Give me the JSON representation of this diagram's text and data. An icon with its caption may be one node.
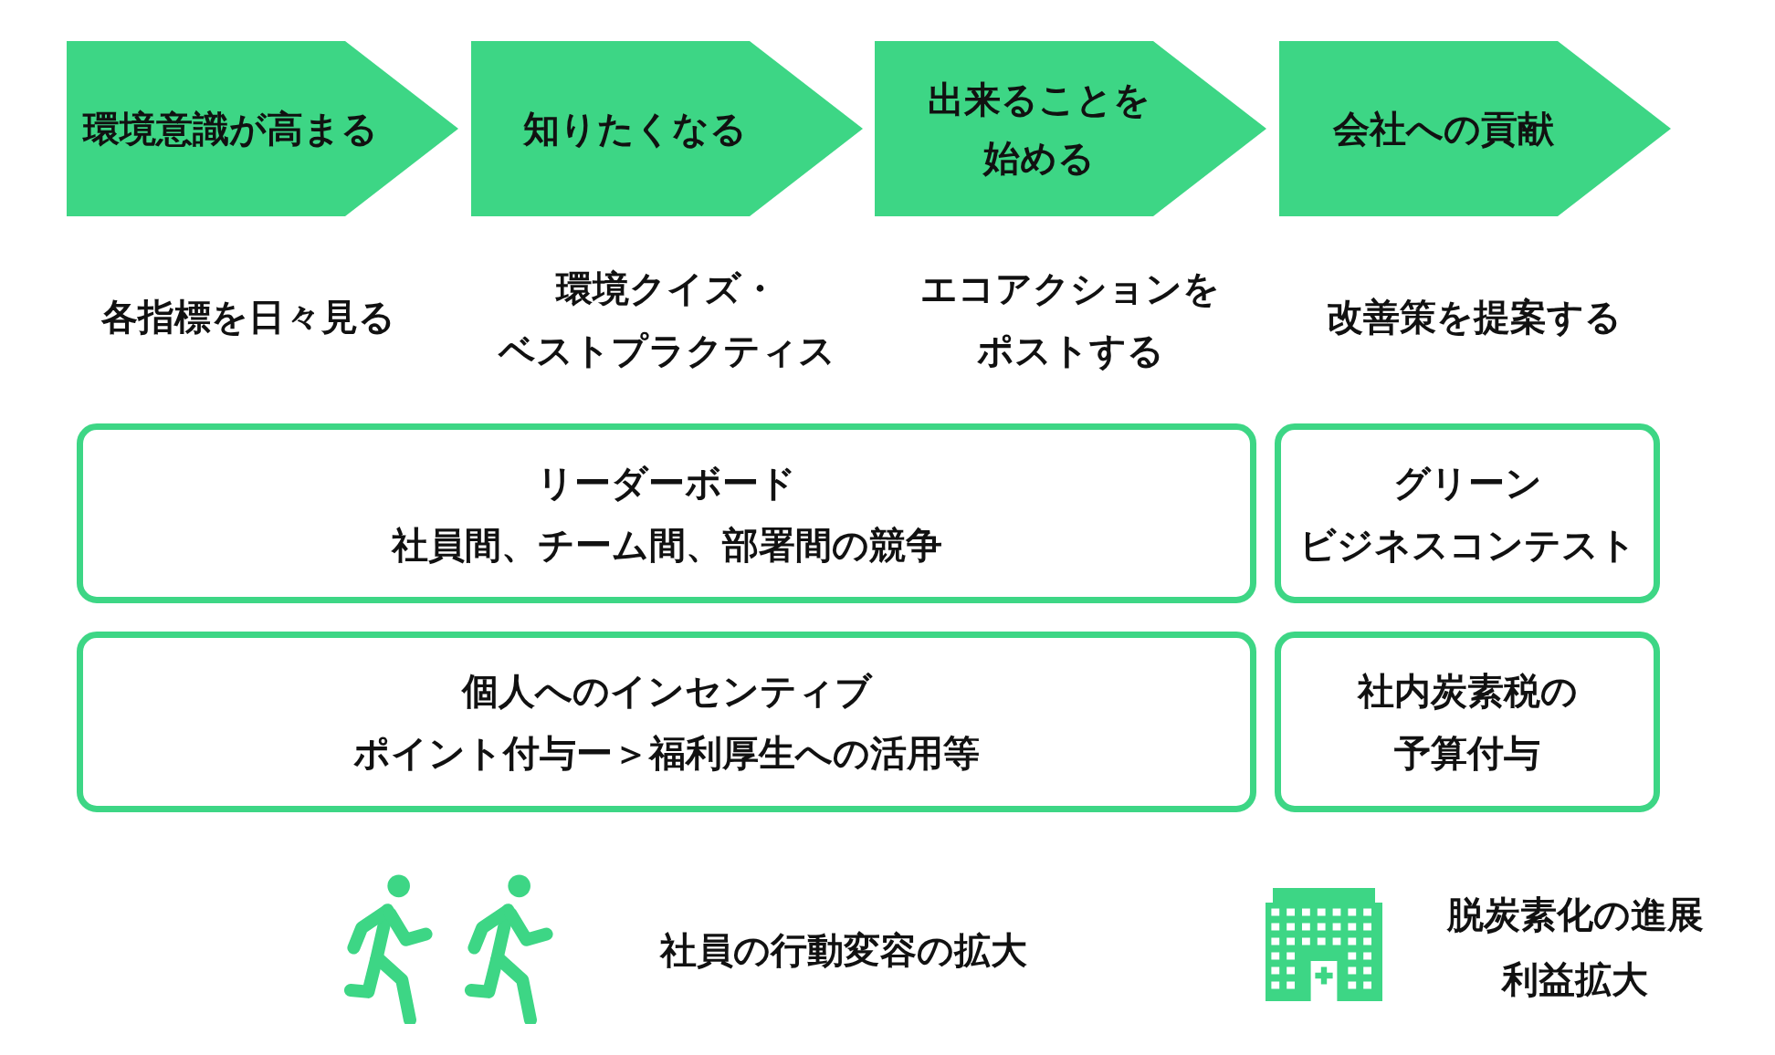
{
  "diagram": {
    "nodes": [
      {
        "text": [
          "環境意識が高まる"
        ]
      },
      {
        "text": [
          "知りたくなる"
        ]
      },
      {
        "text": [
          "出来ることを始める"
        ]
      },
      {
        "text": [
          "会社への貢献"
        ]
      },
      {
        "text": [
          "リーダーボード",
          "社員間、チーム間、部署間の競争"
        ]
      },
      {
        "text": [
          "グリーンビジネスコンテスト"
        ]
      },
      {
        "text": [
          "個人へのインセンティブ",
          "ポイント付与ー＞福利厚生への活用等"
        ]
      },
      {
        "text": [
          "社内炭素税の予算付与"
        ]
      }
    ],
    "edges": [],
    "labels": [
      "各指標を日々見る",
      "環境クイズ・ベストプラクティス",
      "エコアクションをポストする",
      "改善策を提案する",
      "社員の行動変容の拡大",
      "脱炭素化の進展",
      "利益拡大"
    ]
  }
}
